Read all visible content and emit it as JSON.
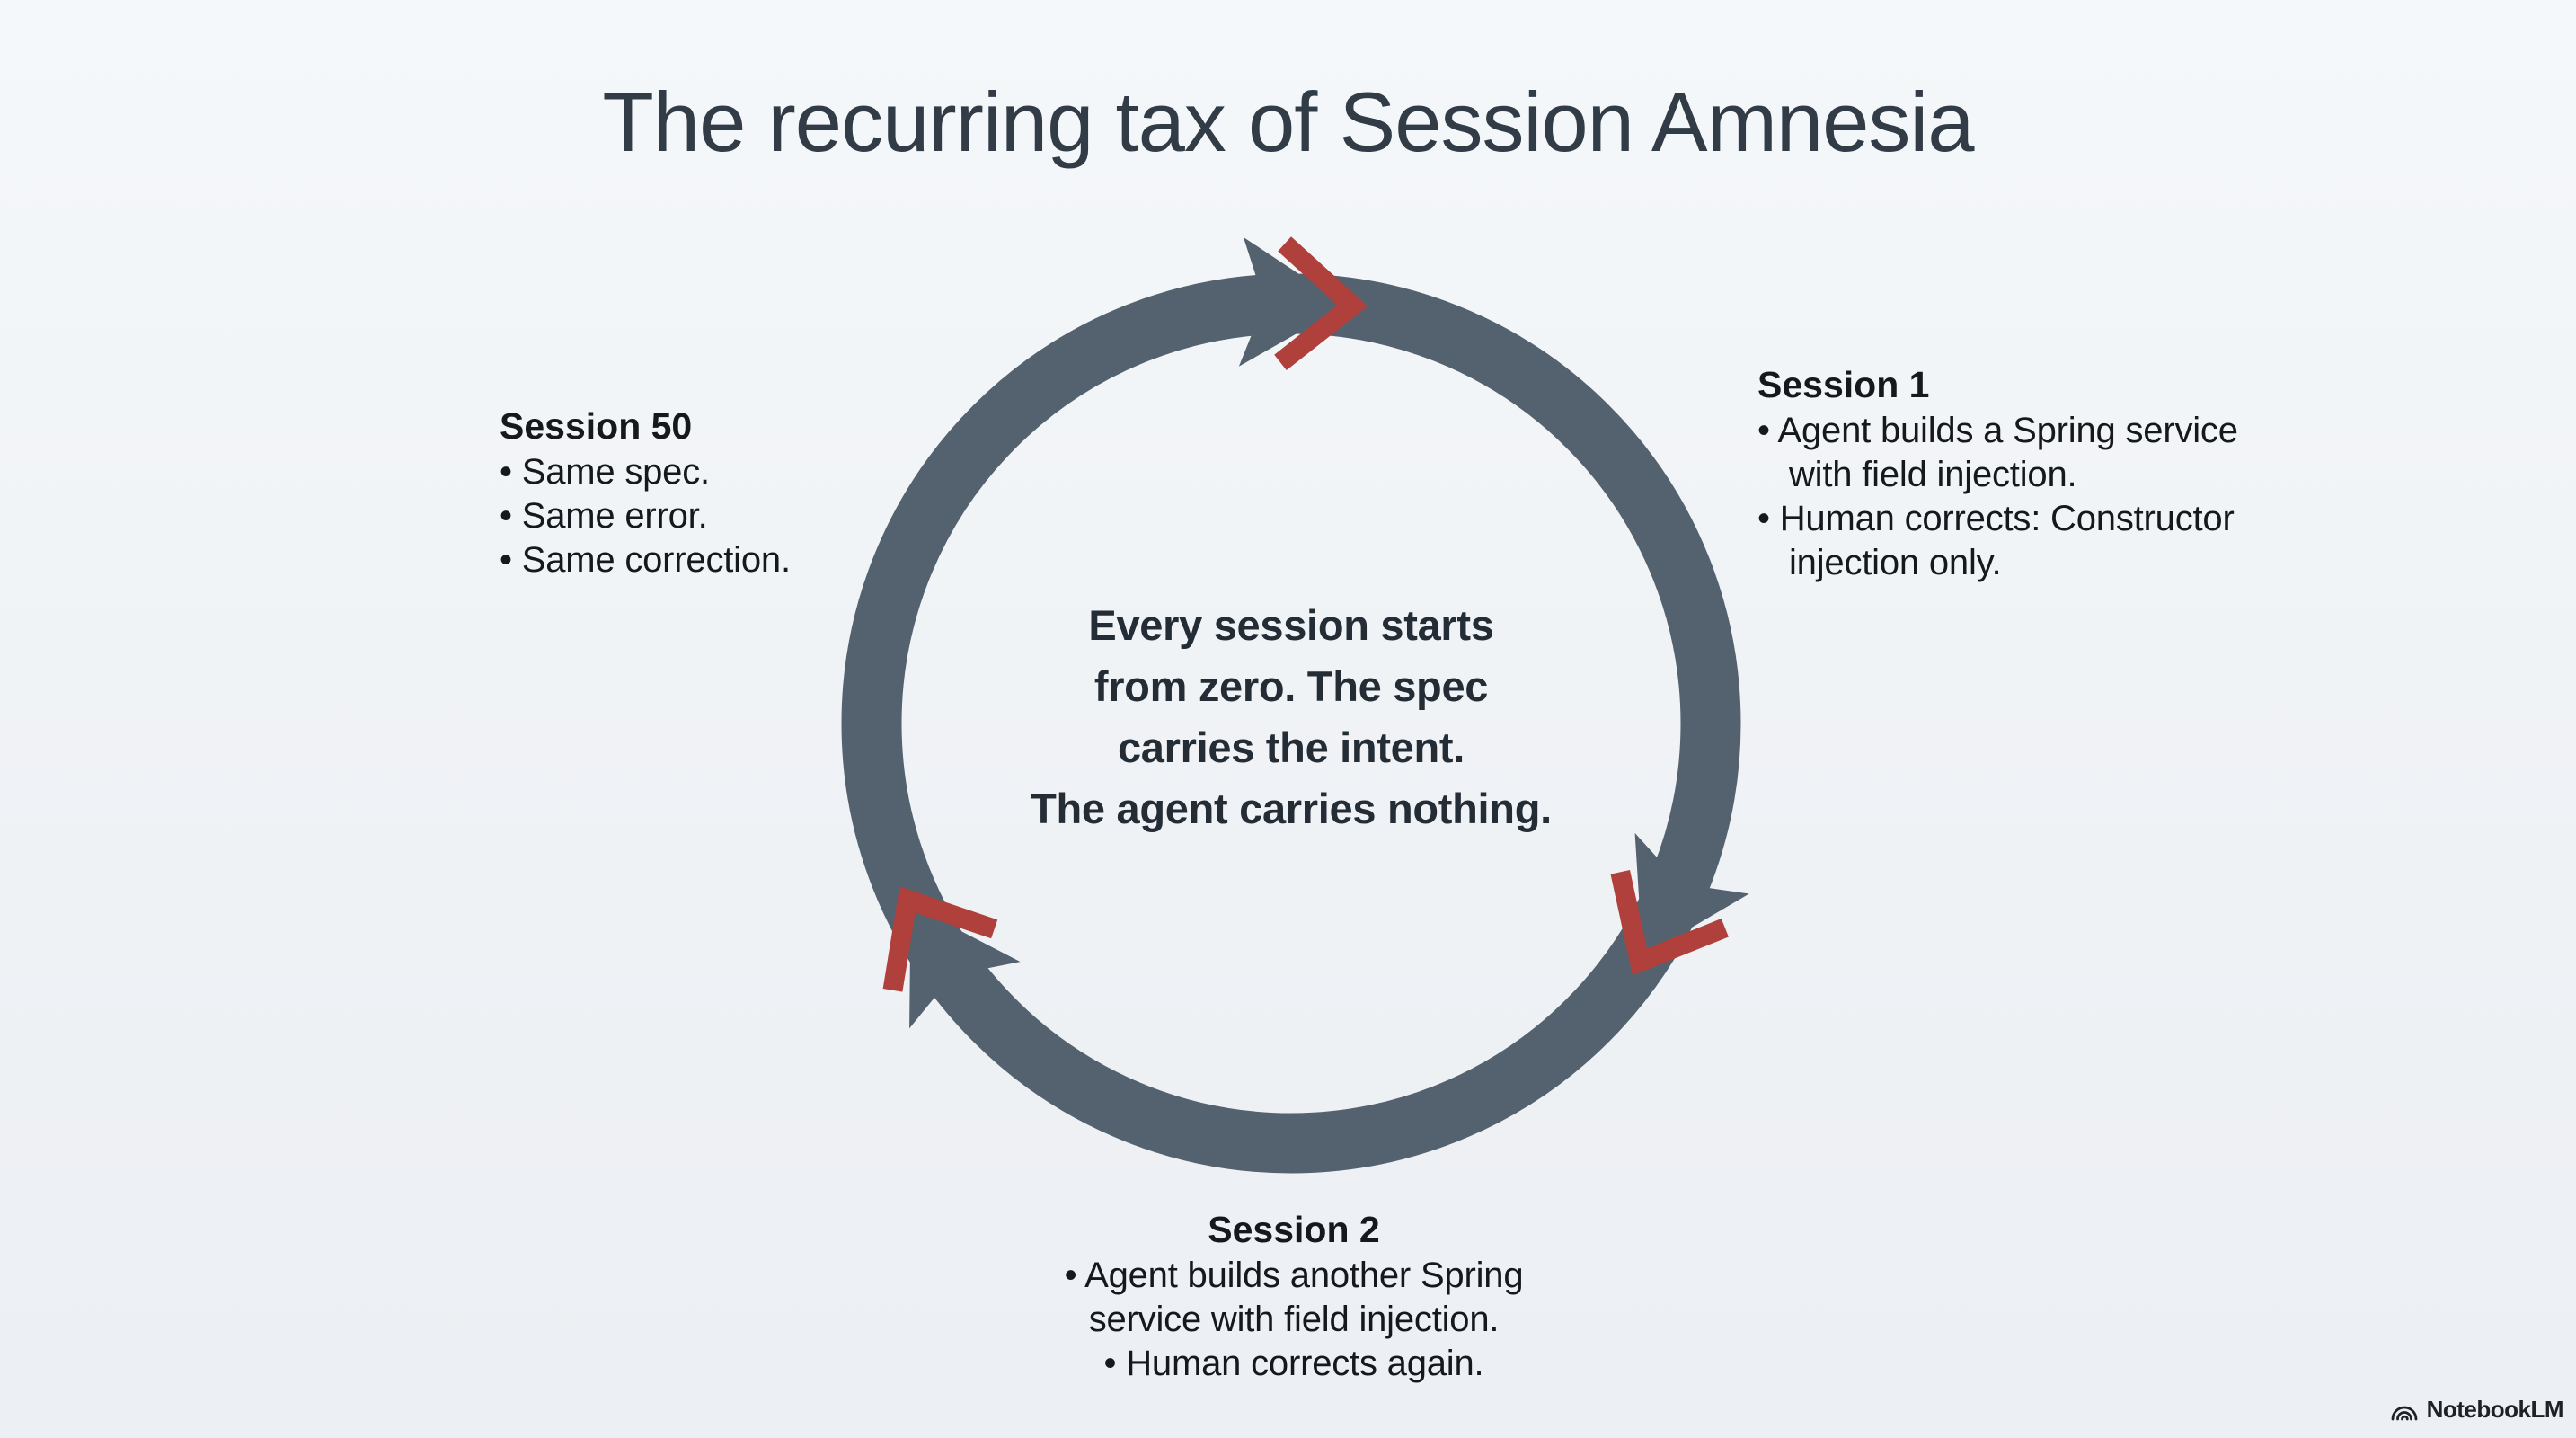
{
  "title": "The recurring tax of Session Amnesia",
  "cycle": {
    "center_message": "Every session starts\nfrom zero. The spec\ncarries the intent.\nThe agent carries nothing.",
    "direction": "clockwise",
    "arrow_count": 3
  },
  "sessions": {
    "right": {
      "heading": "Session 1",
      "items": [
        "• Agent builds a Spring service\nwith field injection.",
        "• Human corrects: Constructor\ninjection only."
      ]
    },
    "bottom": {
      "heading": "Session 2",
      "items": [
        "• Agent builds another Spring\nservice with field injection.",
        "• Human corrects again."
      ]
    },
    "left": {
      "heading": "Session 50",
      "items": [
        "• Same spec.",
        "• Same error.",
        "• Same correction."
      ]
    }
  },
  "branding": {
    "label": "NotebookLM",
    "icon": "notebooklm-logo-icon"
  },
  "colors": {
    "background_top": "#f5f8fa",
    "background_bottom": "#eceff3",
    "ring": "#53626e",
    "accent": "#b0403c",
    "title_color": "#323c47",
    "text_color": "#15181d",
    "center_text_color": "#242d36",
    "logo_color": "#1e2227"
  }
}
